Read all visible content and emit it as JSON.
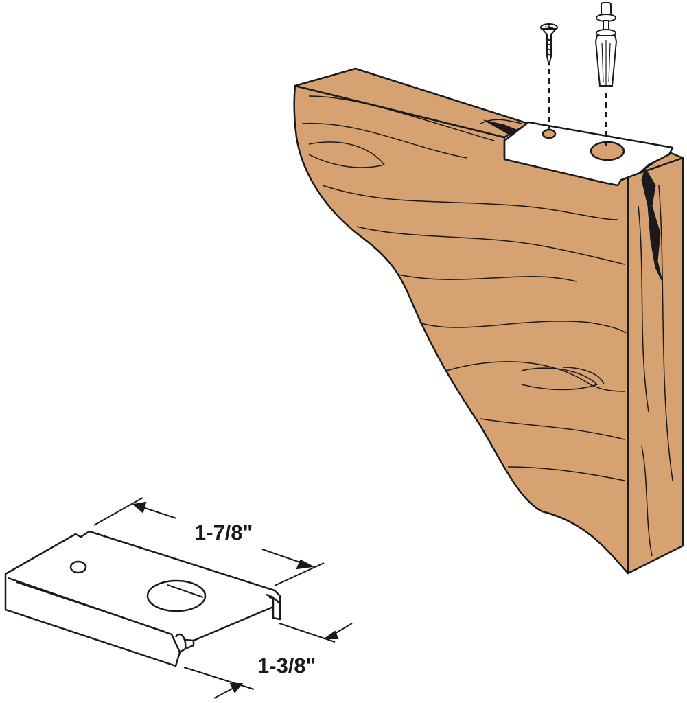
{
  "colors": {
    "wood": "#D6A271",
    "ink": "#1a1a1a",
    "metal": "#ffffff"
  },
  "dimensions": {
    "length": "1-7/8\"",
    "width": "1-3/8\""
  },
  "parts": [
    "screw-icon",
    "plastic-anchor-icon",
    "wood-bracket",
    "metal-plate"
  ]
}
